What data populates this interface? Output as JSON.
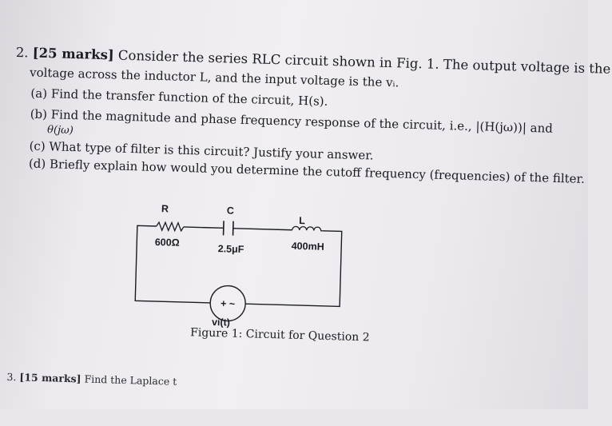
{
  "question": {
    "number": "2.",
    "marks": "[25 marks]",
    "intro_line1": "Consider the series RLC circuit shown in Fig. 1. The output voltage is the",
    "intro_line2": "voltage across the inductor L, and the input voltage is the vᵢ.",
    "parts": {
      "a": "(a) Find the transfer function of the circuit, H(s).",
      "b_line1": "(b) Find the magnitude and phase frequency response of the circuit, i.e., |(H(jω))| and",
      "b_line2": "θ(jω)",
      "c": "(c) What type of filter is this circuit? Justify your answer.",
      "d": "(d) Briefly explain how would you determine the cutoff frequency (frequencies) of the filter."
    }
  },
  "circuit": {
    "resistor_label": "R",
    "resistor_value": "600Ω",
    "capacitor_label": "C",
    "capacitor_value": "2.5μF",
    "inductor_label": "L",
    "inductor_value": "400mH",
    "source_symbol": "+ ~ ",
    "source_label": "vi(t)"
  },
  "figure_caption": "Figure 1: Circuit for Question 2",
  "next_question": {
    "number": "3.",
    "marks": "[15 marks]",
    "text": "Find the Laplace t"
  }
}
